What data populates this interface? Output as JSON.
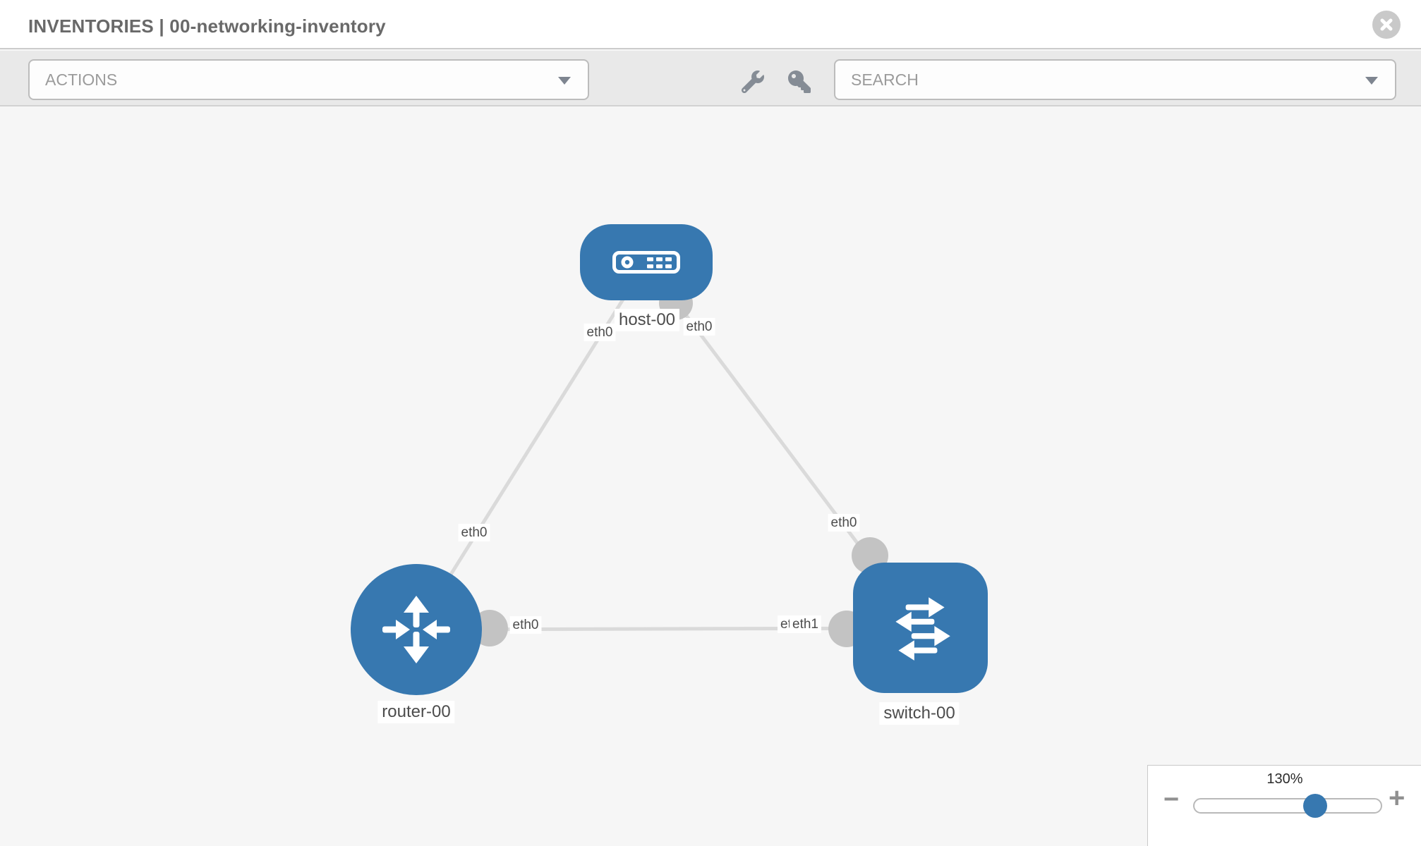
{
  "header": {
    "title": "INVENTORIES | 00-networking-inventory"
  },
  "toolbar": {
    "actions": {
      "label": "ACTIONS"
    },
    "search": {
      "label": "SEARCH"
    }
  },
  "diagram": {
    "nodes": [
      {
        "id": "host-00",
        "type": "host",
        "label": "host-00"
      },
      {
        "id": "router-00",
        "type": "router",
        "label": "router-00"
      },
      {
        "id": "switch-00",
        "type": "switch",
        "label": "switch-00"
      }
    ],
    "links": [
      {
        "from": "host-00",
        "from_interface": "eth0",
        "to": "router-00",
        "to_interface": "eth0"
      },
      {
        "from": "host-00",
        "from_interface": "eth0",
        "to": "switch-00",
        "to_interface": "eth0"
      },
      {
        "from": "router-00",
        "from_interface": "eth0",
        "to": "switch-00",
        "to_interface": "eth1"
      }
    ],
    "labels": {
      "host": "host-00",
      "router": "router-00",
      "switch": "switch-00",
      "link_a_host_end": "eth0",
      "link_a_router_end": "eth0",
      "link_b_host_end": "eth0",
      "link_b_switch_end": "eth0",
      "link_c_router_end": "eth0",
      "link_c_switch_end_back": "eth0",
      "link_c_switch_end_front": "eth1"
    }
  },
  "zoom_control": {
    "value": "130%",
    "percent": 130,
    "minus_label": "−",
    "plus_label": "+"
  },
  "colors": {
    "node_blue": "#3778b0",
    "connector_gray": "#c3c3c3",
    "link_gray": "#dadada",
    "toolbar_bg": "#e9e9e9",
    "canvas_bg": "#f6f6f6"
  }
}
